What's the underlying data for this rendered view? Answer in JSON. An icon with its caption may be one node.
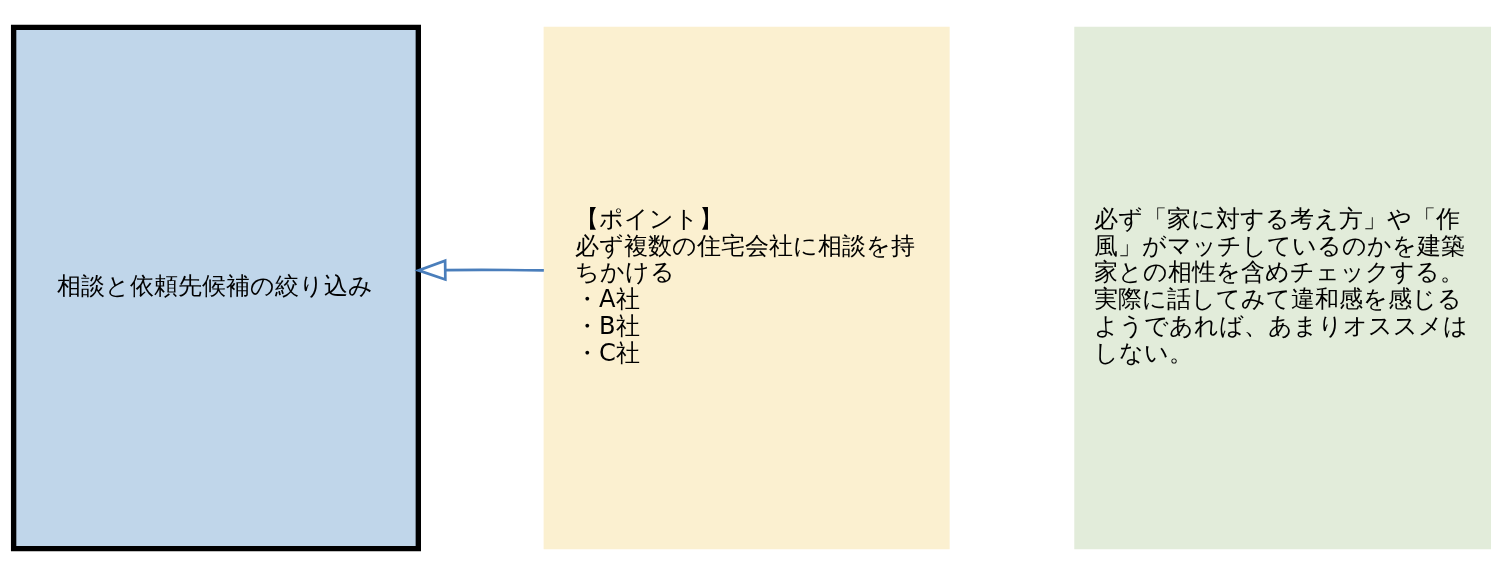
{
  "diagram": {
    "nodes": [
      {
        "text": [
          "相談と依頼先候補の絞り込み"
        ]
      },
      {
        "text": [
          "【ポイント】",
          "必ず複数の住宅会社に相談を持ちかける",
          "・A社",
          "・B社",
          "・C社"
        ]
      },
      {
        "text": [
          "必ず「家に対する考え方」や「作風」がマッチしているのかを建築家との相性を含めチェックする。",
          "実際に話してみて違和感を感じるようであれば、あまりオススメはしない。"
        ]
      }
    ],
    "edges": [
      {
        "from": 1,
        "to": 0,
        "arrow": "to",
        "color": "#4a7ebb"
      }
    ]
  }
}
